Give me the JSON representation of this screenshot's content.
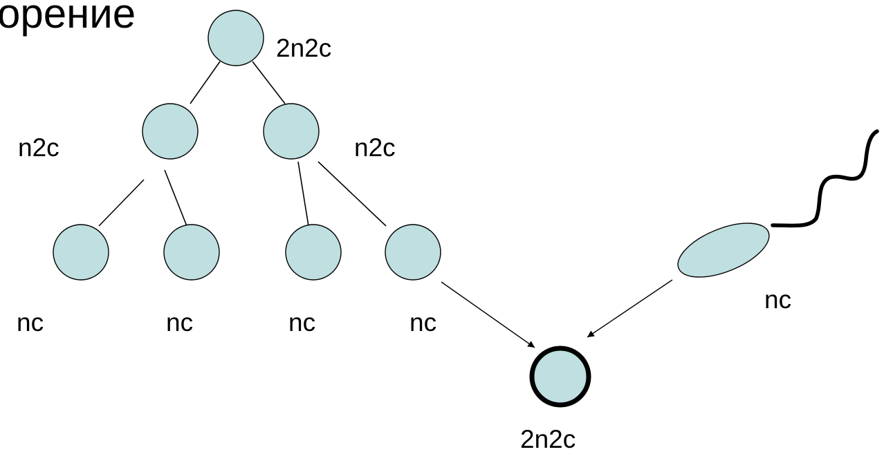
{
  "title": "орение",
  "colors": {
    "cell_fill": "#bfdfe0",
    "stroke": "#000000",
    "background": "#ffffff"
  },
  "tree": {
    "root_label": "2n2c",
    "second_division_labels": [
      "n2c",
      "n2c"
    ],
    "gamete_labels": [
      "nc",
      "nc",
      "nc",
      "nc"
    ]
  },
  "sperm": {
    "label": "nc"
  },
  "zygote": {
    "label": "2n2c"
  }
}
